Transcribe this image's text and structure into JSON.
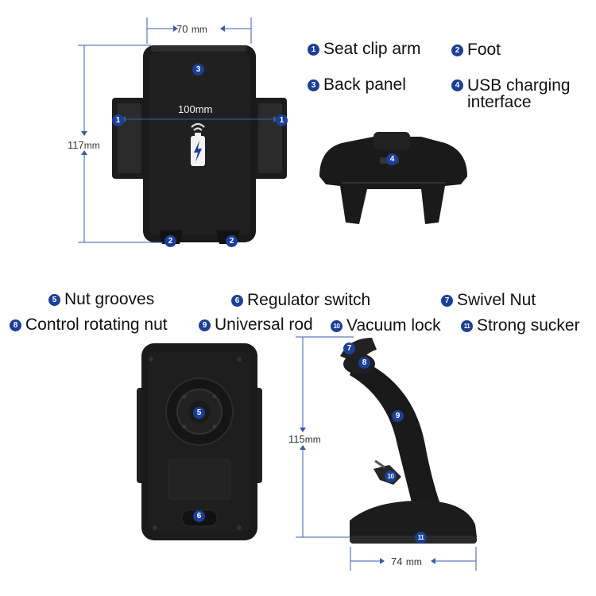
{
  "colors": {
    "badge": "#1c3f95",
    "dimension_line": "#3b5da8",
    "product": "#1a1a1a"
  },
  "callouts": {
    "c1": {
      "num": "1",
      "label": "Seat clip arm"
    },
    "c2": {
      "num": "2",
      "label": "Foot"
    },
    "c3": {
      "num": "3",
      "label": "Back panel"
    },
    "c4": {
      "num": "4",
      "label_line1": "USB charging",
      "label_line2": "interface"
    },
    "c5": {
      "num": "5",
      "label": "Nut grooves"
    },
    "c6": {
      "num": "6",
      "label": "Regulator switch"
    },
    "c7": {
      "num": "7",
      "label": "Swivel Nut"
    },
    "c8": {
      "num": "8",
      "label": "Control rotating nut"
    },
    "c9": {
      "num": "9",
      "label": "Universal rod"
    },
    "c10": {
      "num": "10",
      "label": "Vacuum lock"
    },
    "c11": {
      "num": "11",
      "label": "Strong sucker"
    }
  },
  "dimensions": {
    "width_top": {
      "value": "70",
      "unit": "mm"
    },
    "width_arms": {
      "value": "100mm"
    },
    "height_holder": {
      "value": "117",
      "unit": "mm"
    },
    "height_mount": {
      "value": "115",
      "unit": "mm"
    },
    "base_width": {
      "value": "74",
      "unit": "mm"
    }
  },
  "icons": {
    "wireless_charging": "wireless-charging-icon"
  }
}
